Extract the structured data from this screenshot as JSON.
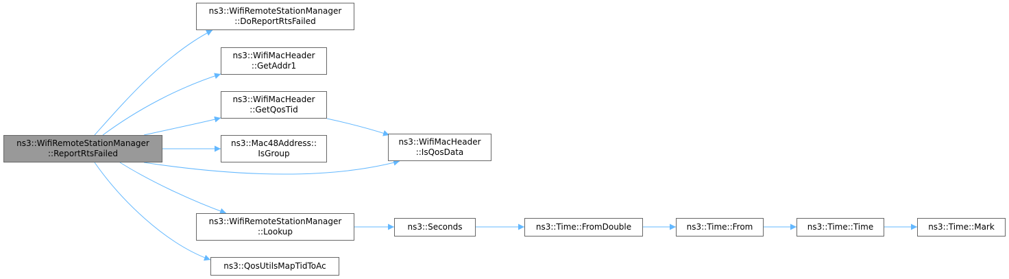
{
  "colors": {
    "edge": "#63b8ff",
    "node_border": "#666666",
    "root_fill": "#999999",
    "node_fill": "#ffffff"
  },
  "nodes": {
    "root": {
      "line1": "ns3::WifiRemoteStationManager",
      "line2": "::ReportRtsFailed"
    },
    "doreport": {
      "line1": "ns3::WifiRemoteStationManager",
      "line2": "::DoReportRtsFailed"
    },
    "getaddr1": {
      "line1": "ns3::WifiMacHeader",
      "line2": "::GetAddr1"
    },
    "getqostid": {
      "line1": "ns3::WifiMacHeader",
      "line2": "::GetQosTid"
    },
    "isgroup": {
      "line1": "ns3::Mac48Address::",
      "line2": "IsGroup"
    },
    "isqosdata": {
      "line1": "ns3::WifiMacHeader",
      "line2": "::IsQosData"
    },
    "lookup": {
      "line1": "ns3::WifiRemoteStationManager",
      "line2": "::Lookup"
    },
    "qosutils": {
      "line1": "ns3::QosUtilsMapTidToAc"
    },
    "seconds": {
      "line1": "ns3::Seconds"
    },
    "fromdouble": {
      "line1": "ns3::Time::FromDouble"
    },
    "from": {
      "line1": "ns3::Time::From"
    },
    "time": {
      "line1": "ns3::Time::Time"
    },
    "mark": {
      "line1": "ns3::Time::Mark"
    }
  }
}
